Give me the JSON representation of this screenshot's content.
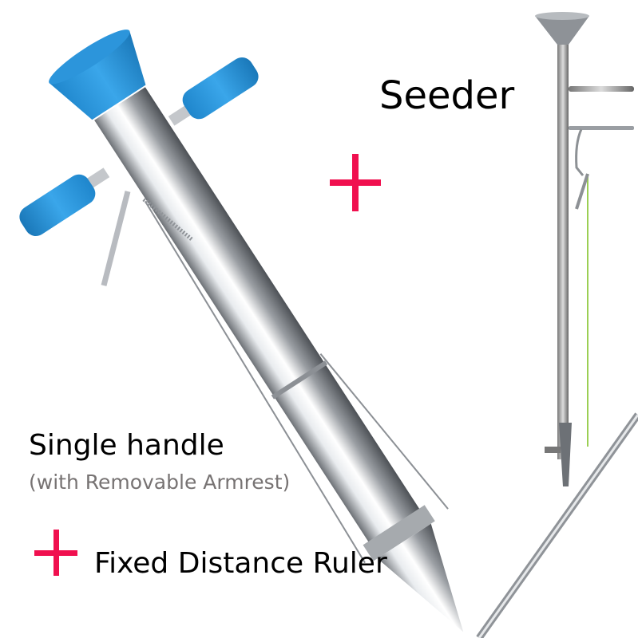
{
  "product": {
    "main_item": {
      "title": "Single handle",
      "note": "(with Removable Armrest)"
    },
    "bundle_items": [
      {
        "label": "Seeder"
      },
      {
        "label": "Fixed Distance Ruler"
      }
    ],
    "plus_icon": "plus-icon"
  },
  "colors": {
    "accent": "#f0104f",
    "handle_blue": "#2f9be0",
    "note_gray": "#777373",
    "steel": "#c8cbd0"
  }
}
